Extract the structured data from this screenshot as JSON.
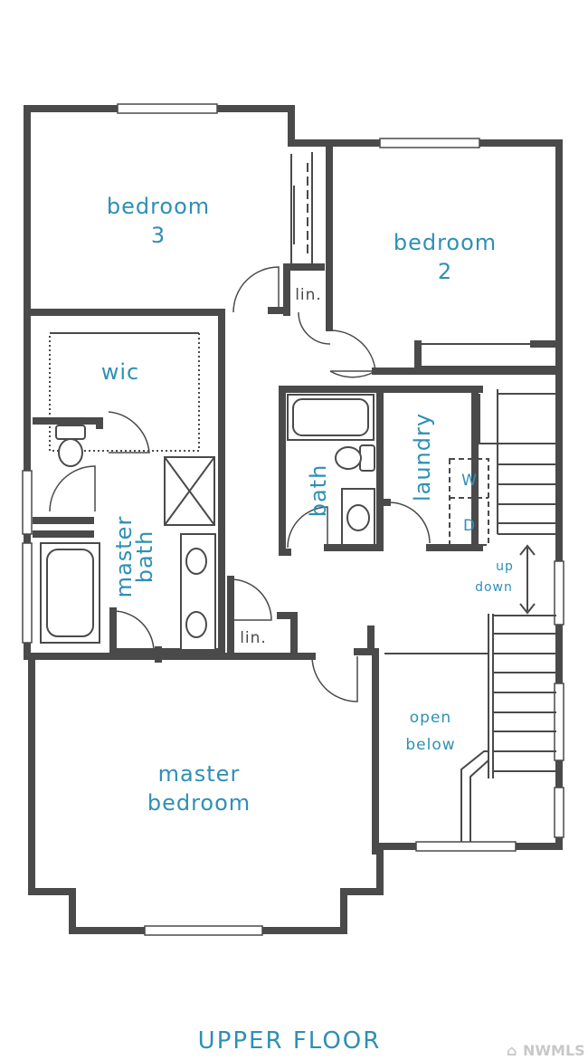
{
  "title": "UPPER FLOOR",
  "watermark": "NWMLS",
  "rooms": {
    "bedroom3": [
      "bedroom",
      "3"
    ],
    "bedroom2": [
      "bedroom",
      "2"
    ],
    "wic": "wic",
    "linen_top": "lin.",
    "linen_bottom": "lin.",
    "master_bath": [
      "master",
      "bath"
    ],
    "bath": "bath",
    "laundry": "laundry",
    "washer": "W",
    "dryer": "D",
    "stairs_up": "up",
    "stairs_down": "down",
    "open_below": [
      "open",
      "below"
    ],
    "master_bedroom": [
      "master",
      "bedroom"
    ]
  },
  "colors": {
    "wall": "#4a4a4a",
    "label": "#2e8fb5",
    "background": "#ffffff"
  }
}
